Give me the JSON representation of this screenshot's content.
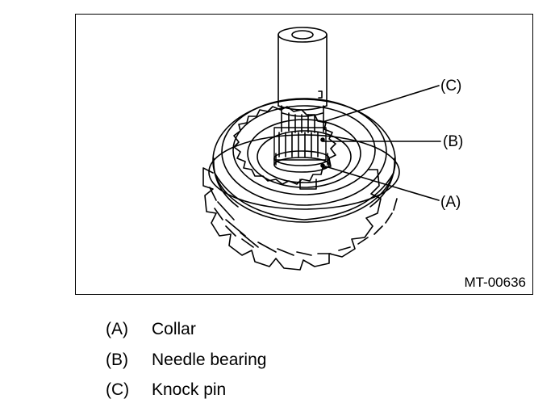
{
  "figure": {
    "code": "MT-00636",
    "callouts": [
      {
        "key": "(C)"
      },
      {
        "key": "(B)"
      },
      {
        "key": "(A)"
      }
    ]
  },
  "legend": [
    {
      "key": "(A)",
      "text": "Collar"
    },
    {
      "key": "(B)",
      "text": "Needle bearing"
    },
    {
      "key": "(C)",
      "text": "Knock pin"
    }
  ]
}
